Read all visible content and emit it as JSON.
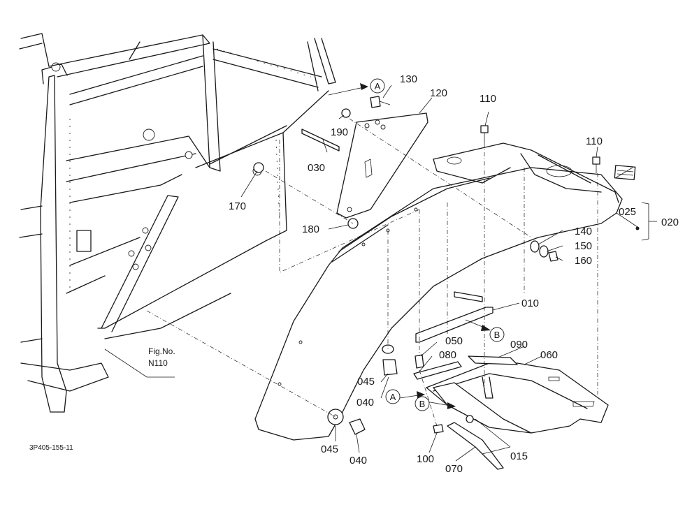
{
  "figure": {
    "ref_title": "Fig.No.",
    "ref_number": "N110",
    "drawing_code": "3P405-155-11"
  },
  "callouts": {
    "a_top": "A",
    "a_bottom": "A",
    "b_mid": "B",
    "b_bottom": "B"
  },
  "parts": {
    "p010": "010",
    "p015": "015",
    "p020": "020",
    "p025": "025",
    "p030": "030",
    "p040a": "040",
    "p040b": "040",
    "p045a": "045",
    "p045b": "045",
    "p050": "050",
    "p060": "060",
    "p070": "070",
    "p080": "080",
    "p090": "090",
    "p100": "100",
    "p110a": "110",
    "p110b": "110",
    "p120": "120",
    "p130": "130",
    "p140": "140",
    "p150": "150",
    "p160": "160",
    "p170": "170",
    "p180": "180",
    "p190": "190"
  }
}
